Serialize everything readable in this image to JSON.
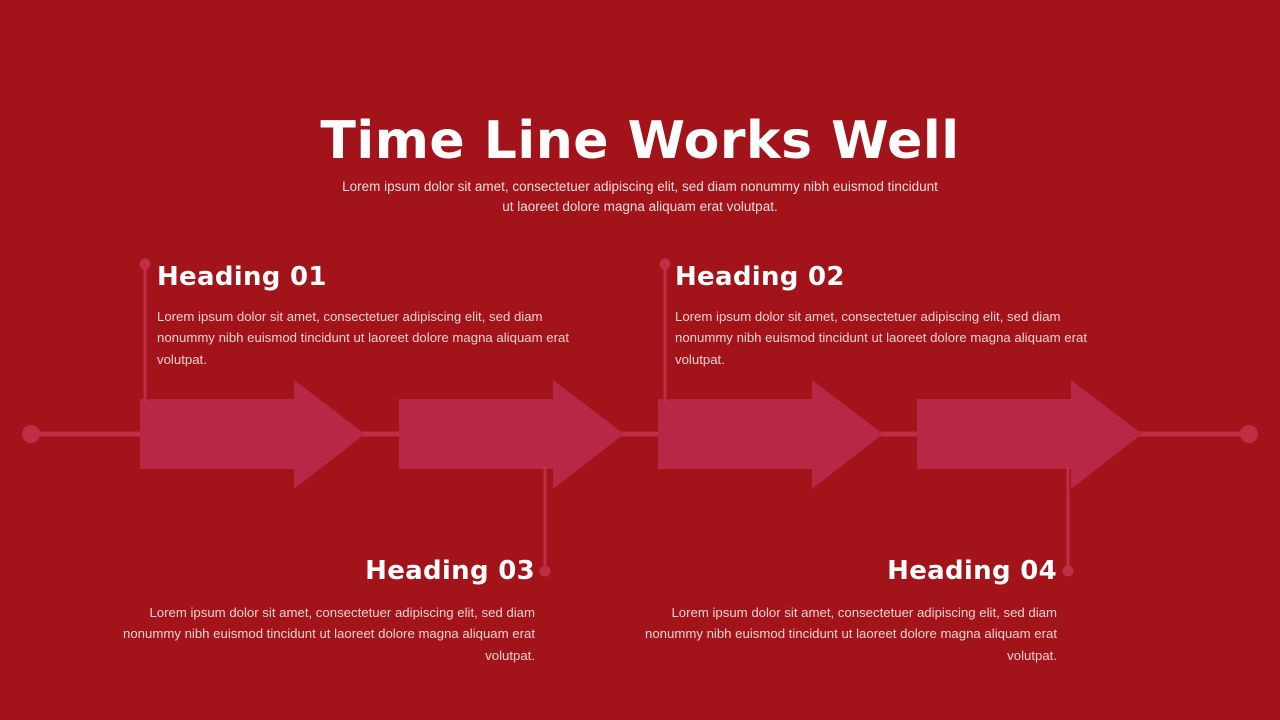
{
  "slide": {
    "background_color": "#A3131A",
    "arrow_color": "#B62846",
    "connector_color": "#BE2E44",
    "title_color": "#FFFFFF",
    "body_text_color": "#EDD2D2"
  },
  "header": {
    "title": "Time Line Works Well",
    "subtitle": "Lorem ipsum dolor sit amet, consectetuer adipiscing elit, sed diam nonummy nibh euismod tincidunt ut laoreet dolore magna aliquam erat volutpat."
  },
  "timeline": {
    "steps": [
      {
        "id": "step-01",
        "heading": "Heading 01",
        "body": "Lorem ipsum dolor sit amet, consectetuer adipiscing elit, sed diam nonummy nibh euismod tincidunt ut laoreet dolore magna aliquam erat volutpat.",
        "position": "above",
        "align": "left"
      },
      {
        "id": "step-02",
        "heading": "Heading 02",
        "body": "Lorem ipsum dolor sit amet, consectetuer adipiscing elit, sed diam nonummy nibh euismod tincidunt ut laoreet dolore magna aliquam erat volutpat.",
        "position": "above",
        "align": "left"
      },
      {
        "id": "step-03",
        "heading": "Heading 03",
        "body": "Lorem ipsum dolor sit amet, consectetuer adipiscing elit, sed diam nonummy nibh euismod tincidunt ut laoreet dolore magna aliquam erat volutpat.",
        "position": "below",
        "align": "right"
      },
      {
        "id": "step-04",
        "heading": "Heading 04",
        "body": "Lorem ipsum dolor sit amet, consectetuer adipiscing elit, sed diam nonummy nibh euismod tincidunt ut laoreet dolore magna aliquam erat volutpat.",
        "position": "below",
        "align": "right"
      }
    ]
  }
}
